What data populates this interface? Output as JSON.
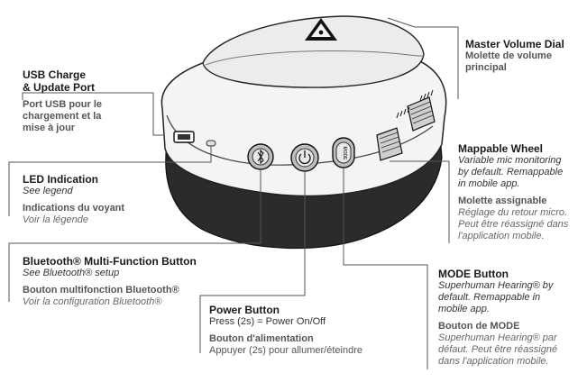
{
  "callouts": {
    "usb": {
      "title_line1": "USB Charge",
      "title_line2": "& Update Port",
      "fr_line1": "Port USB pour le",
      "fr_line2": "chargement et la",
      "fr_line3": "mise à jour"
    },
    "led": {
      "title": "LED Indication",
      "sub": "See legend",
      "fr_title": "Indications du voyant",
      "fr_sub": "Voir la légende"
    },
    "bluetooth": {
      "title": "Bluetooth® Multi-Function Button",
      "sub": "See Bluetooth® setup",
      "fr_title": "Bouton multifonction Bluetooth®",
      "fr_sub": "Voir la configuration Bluetooth®"
    },
    "power": {
      "title": "Power Button",
      "sub": "Press (2s) = Power On/Off",
      "fr_title": "Bouton d'alimentation",
      "fr_sub": "Appuyer (2s) pour allumer/éteindre"
    },
    "master_volume": {
      "title": "Master Volume Dial",
      "fr_line1": "Molette de volume",
      "fr_line2": "principal"
    },
    "mappable_wheel": {
      "title": "Mappable Wheel",
      "sub_line1": "Variable mic monitoring",
      "sub_line2": "by default. Remappable",
      "sub_line3": "in mobile app.",
      "fr_title": "Molette assignable",
      "fr_line1": "Réglage du retour micro.",
      "fr_line2": "Peut être réassigné dans",
      "fr_line3": "l'application mobile."
    },
    "mode": {
      "title": "MODE Button",
      "sub_line1": "Superhuman Hearing® by",
      "sub_line2": "default. Remappable in",
      "sub_line3": "mobile app.",
      "fr_title": "Bouton de MODE",
      "fr_line1": "Superhuman Hearing® par",
      "fr_line2": "défaut. Peut être réassigné",
      "fr_line3": "dans l'application mobile."
    }
  },
  "device": {
    "mode_button_text": "MODE",
    "body_color": "#f2f2f2",
    "band_color": "#2b2b2b",
    "line_color": "#555555"
  }
}
